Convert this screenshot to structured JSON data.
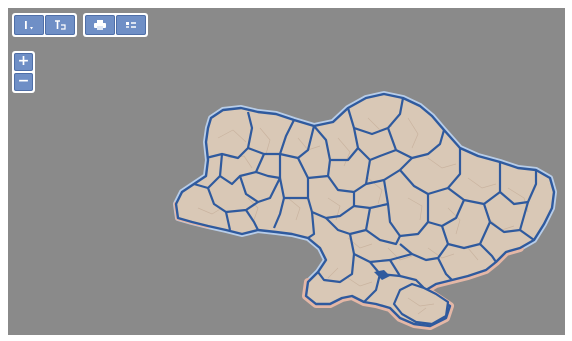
{
  "map": {
    "background_color": "#8a8a8a",
    "land_fill": "#d9c8b6",
    "border_color": "#2f5a9e",
    "outer_halo_color": "#b8cde8",
    "sea_halo_color": "#e4b7a6",
    "internal_line_color": "#cdb8a5",
    "water_color": "#2f5a9e"
  },
  "toolbar": {
    "button_color": "#6f8fc6",
    "buttons": [
      {
        "name": "identify-button",
        "icon": "info-cursor-icon"
      },
      {
        "name": "select-button",
        "icon": "select-pointer-icon"
      },
      {
        "name": "print-button",
        "icon": "printer-icon"
      },
      {
        "name": "legend-button",
        "icon": "legend-layers-icon"
      }
    ]
  },
  "zoom": {
    "in_label": "+",
    "out_label": "−"
  }
}
